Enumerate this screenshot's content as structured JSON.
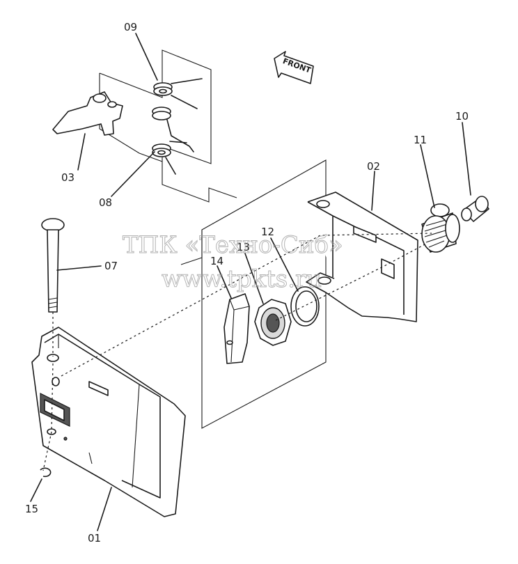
{
  "callouts": [
    {
      "id": "09",
      "label": "09"
    },
    {
      "id": "03",
      "label": "03"
    },
    {
      "id": "08",
      "label": "08"
    },
    {
      "id": "02",
      "label": "02"
    },
    {
      "id": "11",
      "label": "11"
    },
    {
      "id": "10",
      "label": "10"
    },
    {
      "id": "07",
      "label": "07"
    },
    {
      "id": "12",
      "label": "12"
    },
    {
      "id": "13",
      "label": "13"
    },
    {
      "id": "14",
      "label": "14"
    },
    {
      "id": "15",
      "label": "15"
    },
    {
      "id": "01",
      "label": "01"
    }
  ],
  "direction_label": "FRONT",
  "watermark": {
    "line1": "ТПК «Техно-Сиб»",
    "line2": "www.tpkts.ru"
  }
}
